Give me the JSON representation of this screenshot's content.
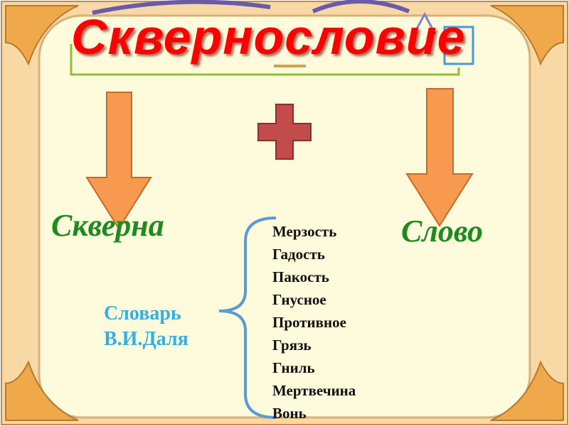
{
  "title": "Сквернословие",
  "left_word": "Скверна",
  "right_word": "Слово",
  "dictionary": {
    "line1": "Словарь",
    "line2": "В.И.Даля"
  },
  "synonyms": [
    "Мерзость",
    "Гадость",
    "Пакость",
    "Гнусное",
    "Противное",
    "Грязь",
    "Гниль",
    "Мертвечина",
    "Вонь"
  ],
  "colors": {
    "frame": "#f8d9a6",
    "panel": "#fdfbdc",
    "title": "#ff0000",
    "arrow": "#f79a50",
    "plus": "#c24b4b",
    "green_word": "#1f8a1f",
    "dictionary_text": "#33b0e0",
    "bracket": "#5b9bd5"
  }
}
